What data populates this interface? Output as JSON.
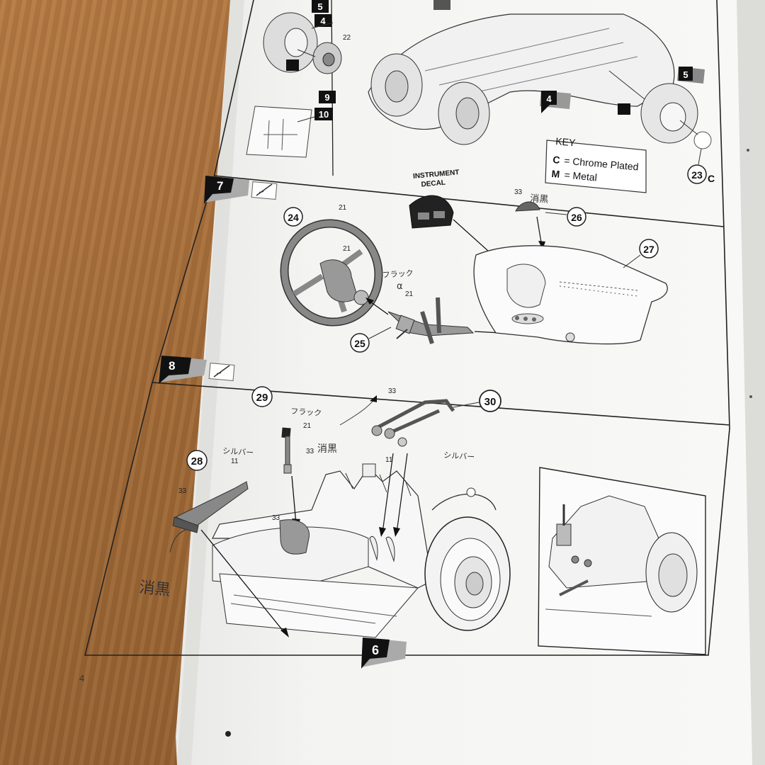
{
  "page_number": "4",
  "steps": [
    {
      "number": "7"
    },
    {
      "number": "8"
    }
  ],
  "ref_badges": {
    "top_left": [
      "5",
      "4",
      "9",
      "10"
    ],
    "top_right_5": "5",
    "top_mid_4": "4",
    "bottom_6": "6"
  },
  "key": {
    "title": "KEY",
    "c_letter": "C",
    "c_text": "= Chrome Plated",
    "m_letter": "M",
    "m_text": "= Metal"
  },
  "parts": {
    "p22": "22",
    "p23": "23",
    "p23_suffix": "C",
    "p24": "24",
    "p25": "25",
    "p26": "26",
    "p27": "27",
    "p28": "28",
    "p29": "29",
    "p30": "30"
  },
  "instrument_decal": {
    "line1": "INSTRUMENT",
    "line2": "DECAL"
  },
  "paint_codes": {
    "wheel_a": "21",
    "wheel_b": "21",
    "column": "21",
    "decal_33": "33",
    "shifter_21": "21",
    "shifter_33": "33",
    "link_33": "33",
    "link_11": "11",
    "lever_11": "11",
    "lever_33": "33",
    "boot_33": "33"
  },
  "handwritten": {
    "flat_black_26": "消黒",
    "flat_black_shifter": "消黒",
    "flat_black_lever": "消黒",
    "flat_black_step7": "フラック",
    "flat_black_step8": "フラック",
    "silver_lever": "シルバー",
    "silver_link": "シルバー",
    "alpha": "α"
  }
}
